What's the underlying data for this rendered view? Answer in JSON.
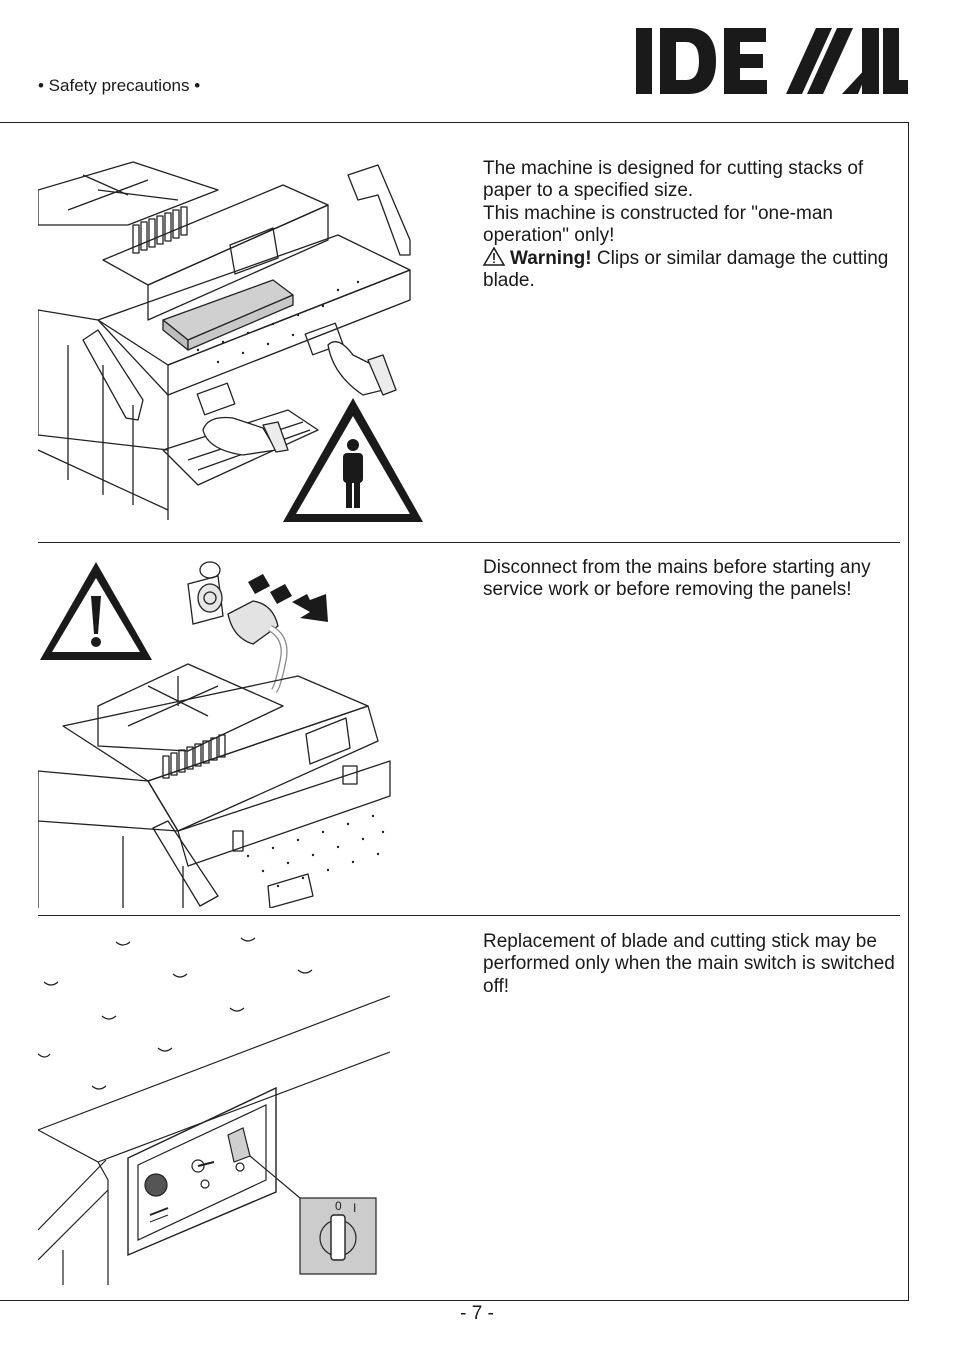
{
  "header": {
    "section_title": "• Safety precautions •",
    "logo_text": "IDEAL"
  },
  "sections": [
    {
      "paragraphs": [
        "The machine is designed for cutting stacks of paper to a specified size.",
        "This machine is constructed for \"one-man operation\" only!"
      ],
      "warning_label": "Warning!",
      "warning_text": " Clips or similar damage the cutting blade."
    },
    {
      "paragraphs": [
        "Disconnect from the mains before starting any service work or before removing the panels!"
      ]
    },
    {
      "paragraphs": [
        "Replacement of blade and cutting stick may be performed only when the main switch is switched off!"
      ],
      "switch_labels": [
        "0",
        "I"
      ]
    }
  ],
  "footer": {
    "page_number": "- 7 -"
  },
  "icons": [
    "warning-triangle-icon",
    "person-icon",
    "exclamation-icon",
    "arrow-right-icon",
    "main-switch-icon"
  ]
}
